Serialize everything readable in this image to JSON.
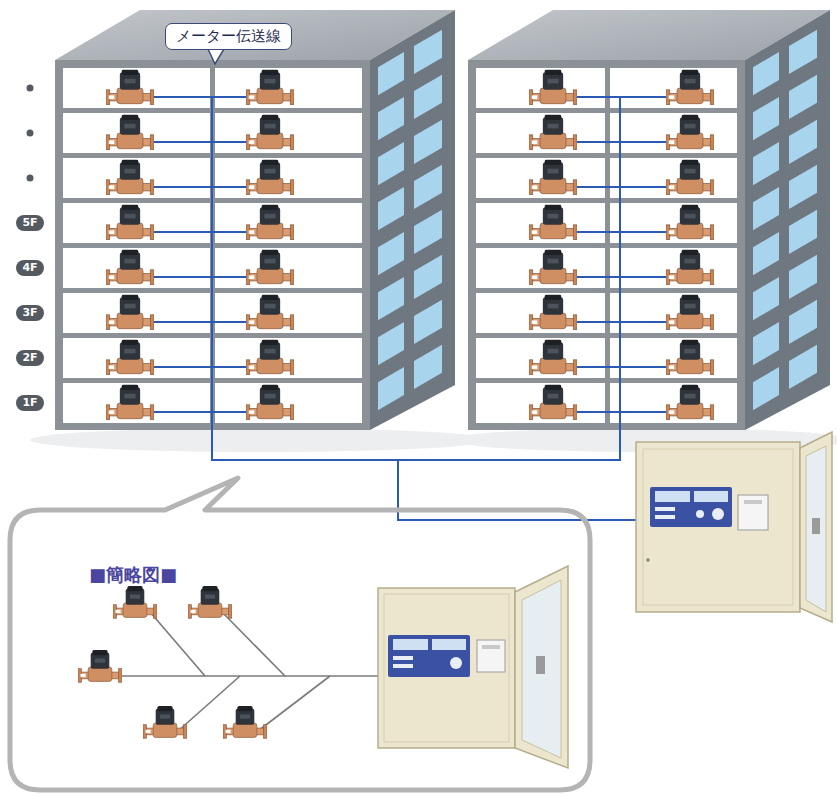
{
  "diagram": {
    "nodes": [
      {
        "text": [
          "メーター伝送線"
        ]
      },
      {
        "text": [
          "5F"
        ]
      },
      {
        "text": [
          "4F"
        ]
      },
      {
        "text": [
          "3F"
        ]
      },
      {
        "text": [
          "2F"
        ]
      },
      {
        "text": [
          "1F"
        ]
      },
      {
        "text": [
          "■簡略図■"
        ]
      }
    ]
  }
}
